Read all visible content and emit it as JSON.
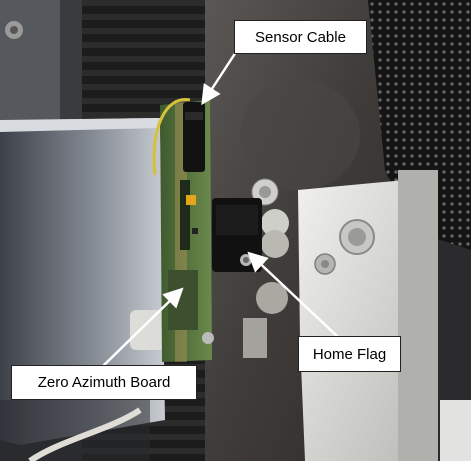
{
  "image": {
    "kind": "equipment photo with callouts",
    "colors": {
      "background_left": "#2b2b2d",
      "panel": "#3d3a38",
      "bracket": "#d9d9d6",
      "pcb": "#4d6a3a",
      "connector": "#121212",
      "callout_fill": "#ffffff",
      "callout_text": "#000000",
      "arrow": "#ffffff"
    }
  },
  "callouts": {
    "sensor_cable": "Sensor Cable",
    "home_flag": "Home Flag",
    "zero_azimuth_board": "Zero Azimuth Board"
  }
}
